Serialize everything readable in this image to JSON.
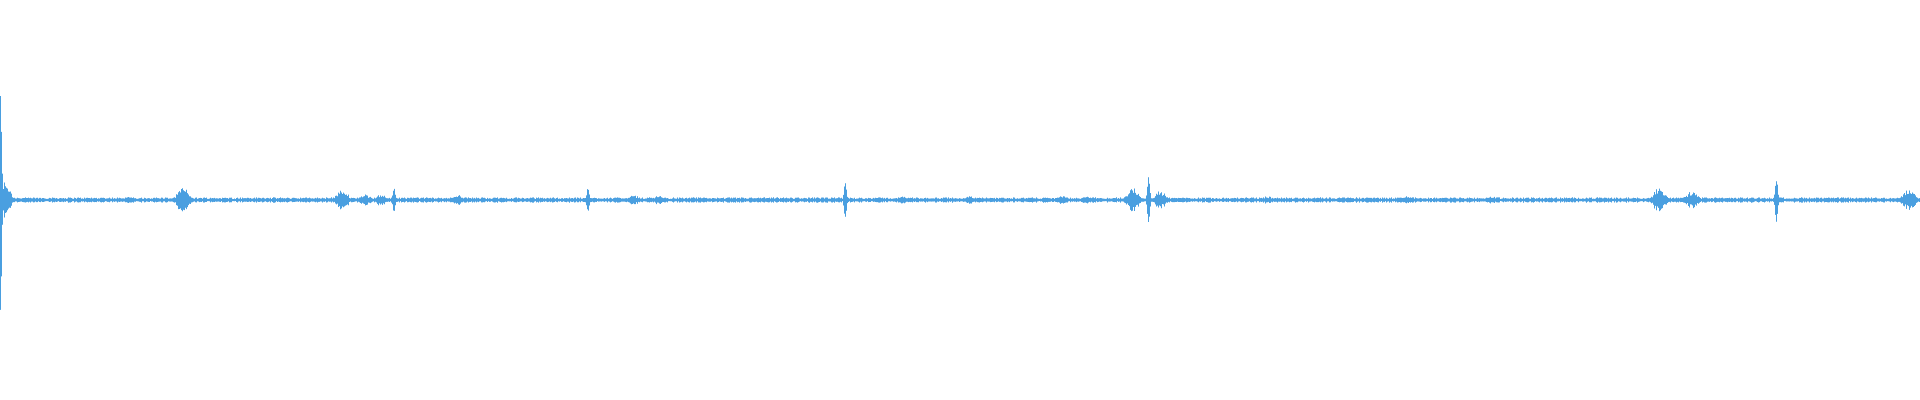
{
  "waveform": {
    "color": "#4a9fe0",
    "background": "#ffffff",
    "baseline_amplitude": 0.01,
    "events": [
      {
        "pos": 0.0,
        "amp": 0.55,
        "shape": "spike"
      },
      {
        "pos": 0.002,
        "amp": 0.1,
        "shape": "burst"
      },
      {
        "pos": 0.067,
        "amp": 0.02,
        "shape": "burst"
      },
      {
        "pos": 0.095,
        "amp": 0.07,
        "shape": "burst"
      },
      {
        "pos": 0.178,
        "amp": 0.06,
        "shape": "burst"
      },
      {
        "pos": 0.19,
        "amp": 0.03,
        "shape": "burst"
      },
      {
        "pos": 0.198,
        "amp": 0.03,
        "shape": "burst"
      },
      {
        "pos": 0.205,
        "amp": 0.06,
        "shape": "spike"
      },
      {
        "pos": 0.238,
        "amp": 0.03,
        "shape": "burst"
      },
      {
        "pos": 0.306,
        "amp": 0.06,
        "shape": "spike"
      },
      {
        "pos": 0.33,
        "amp": 0.025,
        "shape": "burst"
      },
      {
        "pos": 0.343,
        "amp": 0.025,
        "shape": "burst"
      },
      {
        "pos": 0.44,
        "amp": 0.09,
        "shape": "spike"
      },
      {
        "pos": 0.47,
        "amp": 0.02,
        "shape": "burst"
      },
      {
        "pos": 0.505,
        "amp": 0.02,
        "shape": "burst"
      },
      {
        "pos": 0.553,
        "amp": 0.025,
        "shape": "burst"
      },
      {
        "pos": 0.566,
        "amp": 0.02,
        "shape": "burst"
      },
      {
        "pos": 0.59,
        "amp": 0.07,
        "shape": "burst"
      },
      {
        "pos": 0.598,
        "amp": 0.12,
        "shape": "spike"
      },
      {
        "pos": 0.604,
        "amp": 0.05,
        "shape": "burst"
      },
      {
        "pos": 0.66,
        "amp": 0.02,
        "shape": "burst"
      },
      {
        "pos": 0.7,
        "amp": 0.015,
        "shape": "burst"
      },
      {
        "pos": 0.733,
        "amp": 0.025,
        "shape": "burst"
      },
      {
        "pos": 0.777,
        "amp": 0.02,
        "shape": "burst"
      },
      {
        "pos": 0.864,
        "amp": 0.07,
        "shape": "burst"
      },
      {
        "pos": 0.881,
        "amp": 0.05,
        "shape": "burst"
      },
      {
        "pos": 0.925,
        "amp": 0.11,
        "shape": "spike"
      },
      {
        "pos": 0.994,
        "amp": 0.06,
        "shape": "burst"
      }
    ]
  }
}
